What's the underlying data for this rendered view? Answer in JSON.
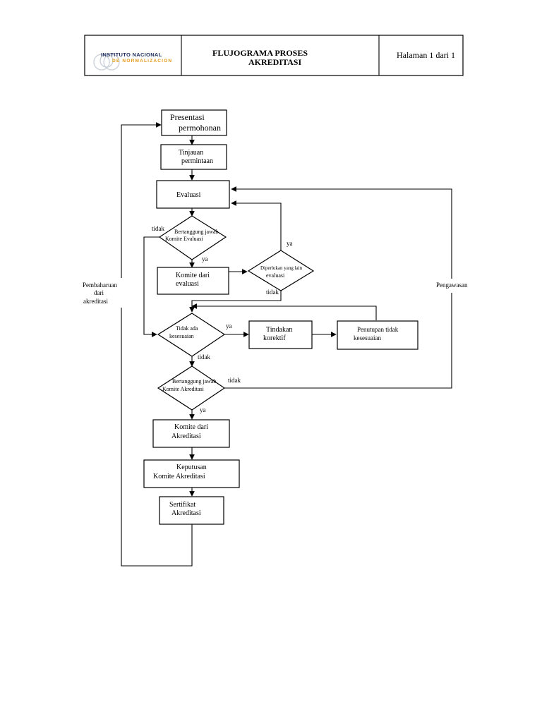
{
  "header": {
    "logo_line1": "INSTITUTO NACIONAL",
    "logo_line2": "DE NORMALIZACION",
    "title_line1": "FLUJOGRAMA PROSES",
    "title_line2": "AKREDITASI",
    "page_label": "Halaman 1 dari 1"
  },
  "nodes": {
    "presentasi": [
      "Presentasi",
      "permohonan"
    ],
    "tinjauan": [
      "Tinjauan",
      "permintaan"
    ],
    "evaluasi": [
      "Evaluasi"
    ],
    "bertanggung_evaluasi": [
      "Bertanggung jawab",
      "Komite Evaluasi"
    ],
    "komite_evaluasi": [
      "Komite dari",
      "evaluasi"
    ],
    "diperlukan": [
      "Diperlukan yang lain",
      "evaluasi"
    ],
    "tidak_ada": [
      "Tidak ada",
      "kesesuaian"
    ],
    "tindakan": [
      "Tindakan",
      "korektif"
    ],
    "penutupan": [
      "Penutupan tidak",
      "kesesuaian"
    ],
    "bertanggung_akreditasi": [
      "Bertanggung jawab",
      "Komite Akreditasi"
    ],
    "komite_akreditasi": [
      "Komite dari",
      "Akreditasi"
    ],
    "keputusan": [
      "Keputusan",
      "Komite Akreditasi"
    ],
    "sertifikat": [
      "Sertifikat",
      "Akreditasi"
    ]
  },
  "side_labels": {
    "pembaharuan": [
      "Pembaharuan",
      "dari",
      "akreditasi"
    ],
    "pengawasan": "Pengawasan"
  },
  "edge_labels": {
    "tidak_1": "tidak",
    "ya_1": "ya",
    "ya_2": "ya",
    "tidak_2": "tidak",
    "ya_3": "ya",
    "tidak_3": "tidak",
    "tidak_4": "tidak",
    "ya_4": "ya"
  },
  "colors": {
    "logo_primary": "#1e2f5c",
    "logo_accent": "#e29a1c"
  }
}
